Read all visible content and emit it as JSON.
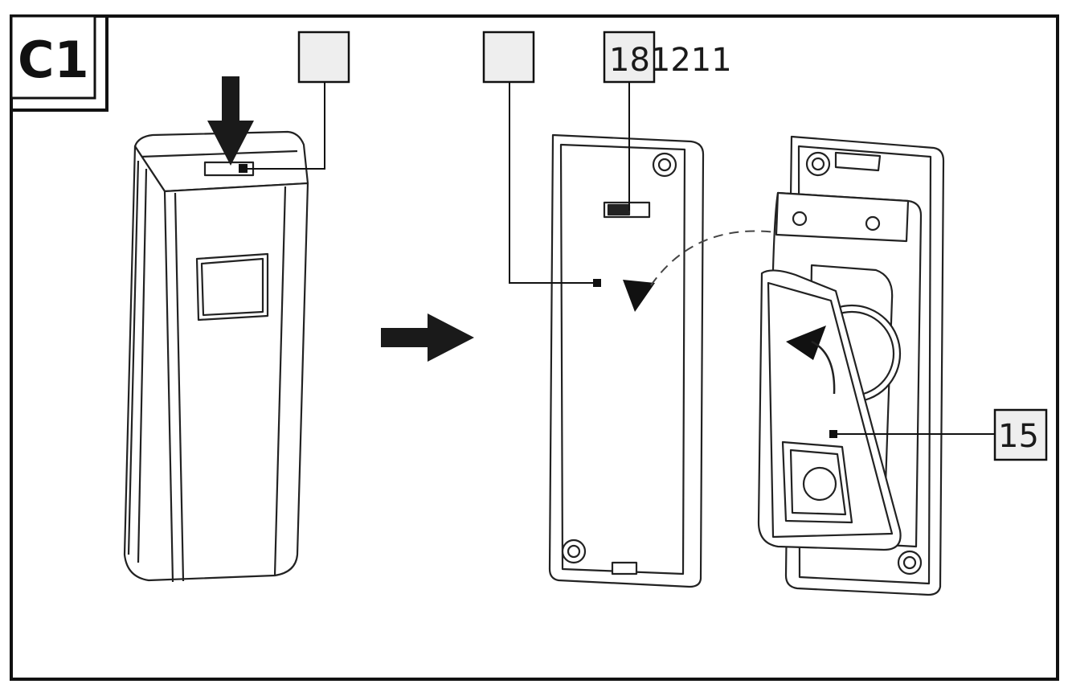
{
  "figure": {
    "badge": "C1",
    "callouts": [
      "",
      "",
      "181211",
      "15"
    ],
    "icons": [
      "press-down-arrow",
      "next-step-arrow",
      "rotate-arrow",
      "battery-cover"
    ]
  }
}
